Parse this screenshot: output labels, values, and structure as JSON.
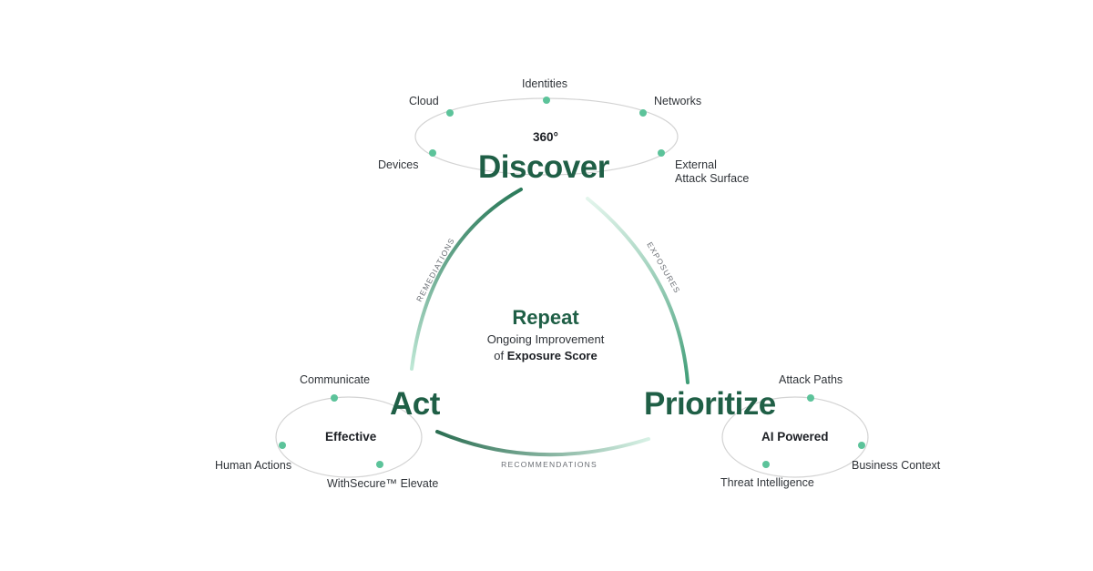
{
  "discover": {
    "title": "Discover",
    "qualifier": "360°",
    "items": [
      "Identities",
      "Cloud",
      "Networks",
      "Devices",
      "External",
      "Attack Surface"
    ]
  },
  "prioritize": {
    "title": "Prioritize",
    "qualifier": "AI Powered",
    "items": [
      "Attack Paths",
      "Business Context",
      "Threat Intelligence"
    ]
  },
  "act": {
    "title": "Act",
    "qualifier": "Effective",
    "items": [
      "Communicate",
      "Human Actions",
      "WithSecure™ Elevate"
    ]
  },
  "repeat": {
    "title": "Repeat",
    "line1": "Ongoing Improvement",
    "line2_prefix": "of ",
    "line2_bold": "Exposure Score"
  },
  "arcs": {
    "left": "REMEDIATIONS",
    "right": "EXPOSURES",
    "bottom": "RECOMMENDATIONS"
  },
  "colors": {
    "heading": "#1f5f46",
    "dot": "#5cc39a",
    "ring": "#d3d3d3",
    "arc_start": "#2b6e52",
    "arc_end": "#7fd1ad"
  }
}
